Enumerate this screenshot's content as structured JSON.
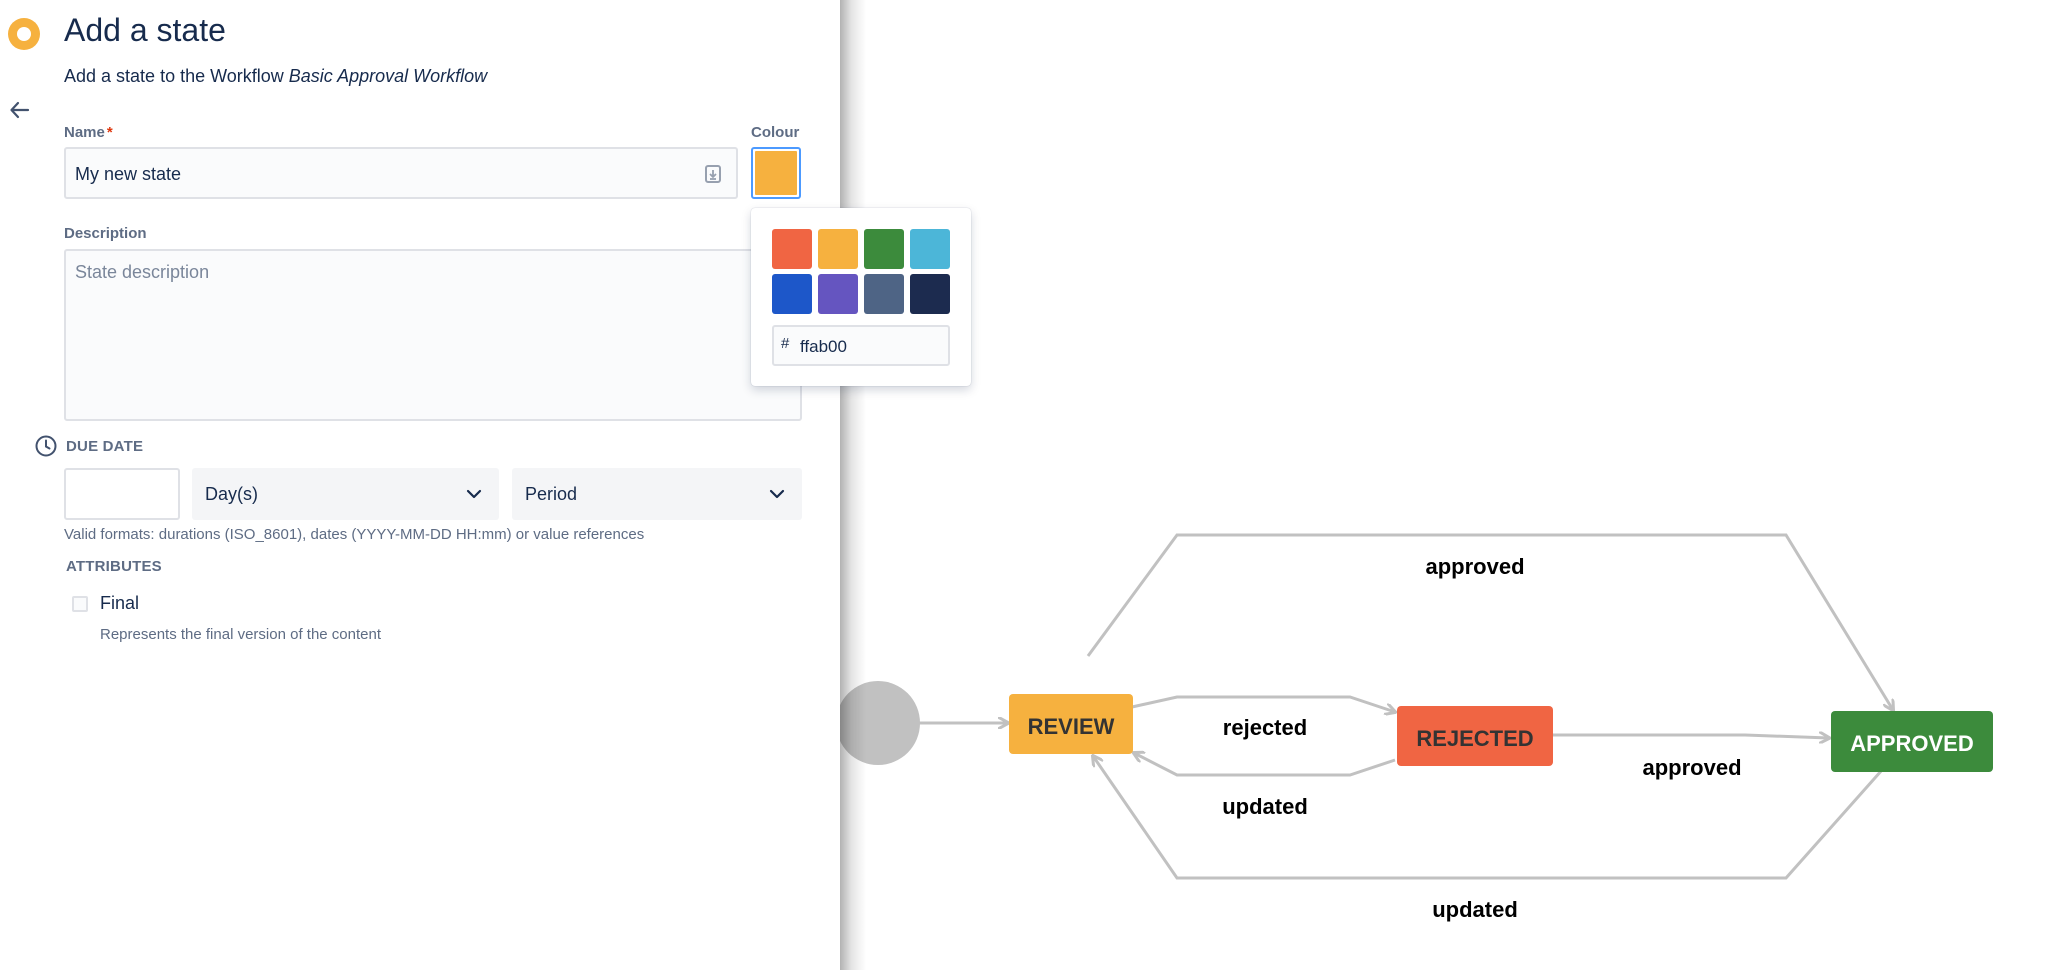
{
  "header": {
    "title": "Add a state",
    "subtitle_prefix": "Add a state to the Workflow ",
    "workflow_name": "Basic Approval Workflow"
  },
  "form": {
    "name_label": "Name",
    "name_required_mark": "*",
    "name_value": "My new state",
    "colour_label": "Colour",
    "selected_colour": "#f6b13f",
    "description_label": "Description",
    "description_placeholder": "State description",
    "due_date_label": "DUE DATE",
    "due_value": "",
    "unit_select": "Day(s)",
    "period_select": "Period",
    "due_hint": "Valid formats: durations (ISO_8601), dates (YYYY-MM-DD HH:mm) or value references",
    "attributes_label": "ATTRIBUTES",
    "final_label": "Final",
    "final_checked": false,
    "final_description": "Represents the final version of the content"
  },
  "colour_picker": {
    "swatches": [
      "#f06543",
      "#f6b13f",
      "#3c8b3c",
      "#4cb6d8",
      "#1d57c9",
      "#6555c0",
      "#4e6485",
      "#1c2b4f"
    ],
    "hash": "#",
    "hex_value": "ffab00"
  },
  "workflow": {
    "states": {
      "review": "REVIEW",
      "rejected": "REJECTED",
      "approved": "APPROVED"
    },
    "state_colours": {
      "review": "#f6b13f",
      "rejected": "#f06543",
      "approved": "#3c8b3c"
    },
    "transitions": {
      "review_to_approved": "approved",
      "review_to_rejected": "rejected",
      "rejected_to_review": "updated",
      "rejected_to_approved": "approved",
      "approved_to_review": "updated"
    }
  }
}
